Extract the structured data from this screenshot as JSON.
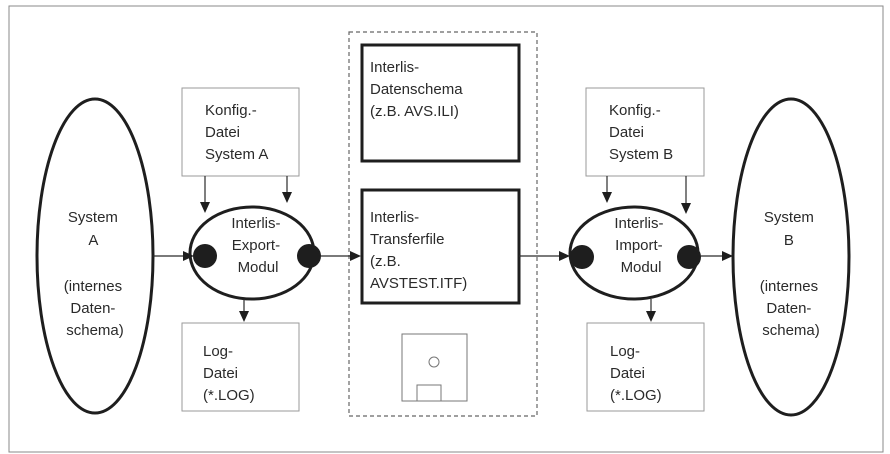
{
  "system_a": {
    "lines": [
      "System",
      "A",
      "",
      "(internes",
      "Daten-",
      "schema)"
    ]
  },
  "system_b": {
    "lines": [
      "System",
      "B",
      "",
      "(internes",
      "Daten-",
      "schema)"
    ]
  },
  "config_a": {
    "lines": [
      "Konfig.-",
      "Datei",
      "System A"
    ]
  },
  "config_b": {
    "lines": [
      "Konfig.-",
      "Datei",
      "System B"
    ]
  },
  "export_module": {
    "lines": [
      "Interlis-",
      "Export-",
      "Modul"
    ]
  },
  "import_module": {
    "lines": [
      "Interlis-",
      "Import-",
      "Modul"
    ]
  },
  "log_a": {
    "lines": [
      "Log-",
      "Datei",
      "(*.LOG)"
    ]
  },
  "log_b": {
    "lines": [
      "Log-",
      "Datei",
      "(*.LOG)"
    ]
  },
  "datenschema": {
    "lines": [
      "Interlis-",
      "Datenschema",
      "(z.B. AVS.ILI)"
    ]
  },
  "transferfile": {
    "lines": [
      "Interlis-",
      "Transferfile",
      "(z.B.",
      "AVSTEST.ITF)"
    ]
  }
}
